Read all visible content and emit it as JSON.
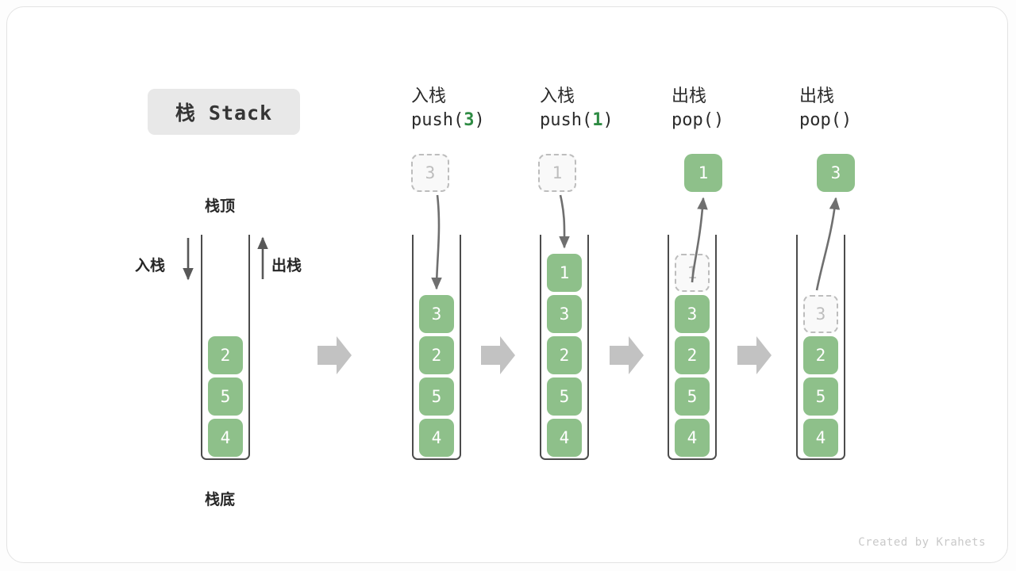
{
  "title": {
    "badge_label": "栈 Stack"
  },
  "annotations": {
    "top_label": "栈顶",
    "bottom_label": "栈底",
    "push_arrow_label": "入栈",
    "pop_arrow_label": "出栈"
  },
  "credit": "Created by Krahets",
  "colors": {
    "element_green": "#8ec08a",
    "ghost_border": "#bdbdbd",
    "ghost_fill": "#f9f9f9",
    "container_border": "#4c4c4c",
    "transition_arrow": "#c2c2c2",
    "badge_background": "#e8e8e8",
    "code_arg_green": "#2e8b43"
  },
  "steps": [
    {
      "id": "initial",
      "op_cn": "",
      "op_code": "",
      "op_code_arg": "",
      "stack": [
        "4",
        "5",
        "2"
      ],
      "ghost_top": null,
      "float_box": null
    },
    {
      "id": "push-3",
      "op_cn": "入栈",
      "op_code_prefix": "push(",
      "op_code_arg": "3",
      "op_code_suffix": ")",
      "stack": [
        "4",
        "5",
        "2",
        "3"
      ],
      "ghost_top": null,
      "float_box": {
        "value": "3",
        "style": "ghost"
      }
    },
    {
      "id": "push-1",
      "op_cn": "入栈",
      "op_code_prefix": "push(",
      "op_code_arg": "1",
      "op_code_suffix": ")",
      "stack": [
        "4",
        "5",
        "2",
        "3",
        "1"
      ],
      "ghost_top": null,
      "float_box": {
        "value": "1",
        "style": "ghost"
      }
    },
    {
      "id": "pop-1",
      "op_cn": "出栈",
      "op_code_prefix": "pop(",
      "op_code_arg": "",
      "op_code_suffix": ")",
      "stack": [
        "4",
        "5",
        "2",
        "3"
      ],
      "ghost_top": "1",
      "float_box": {
        "value": "1",
        "style": "solid"
      }
    },
    {
      "id": "pop-3",
      "op_cn": "出栈",
      "op_code_prefix": "pop(",
      "op_code_arg": "",
      "op_code_suffix": ")",
      "stack": [
        "4",
        "5",
        "2"
      ],
      "ghost_top": "3",
      "float_box": {
        "value": "3",
        "style": "solid"
      }
    }
  ]
}
